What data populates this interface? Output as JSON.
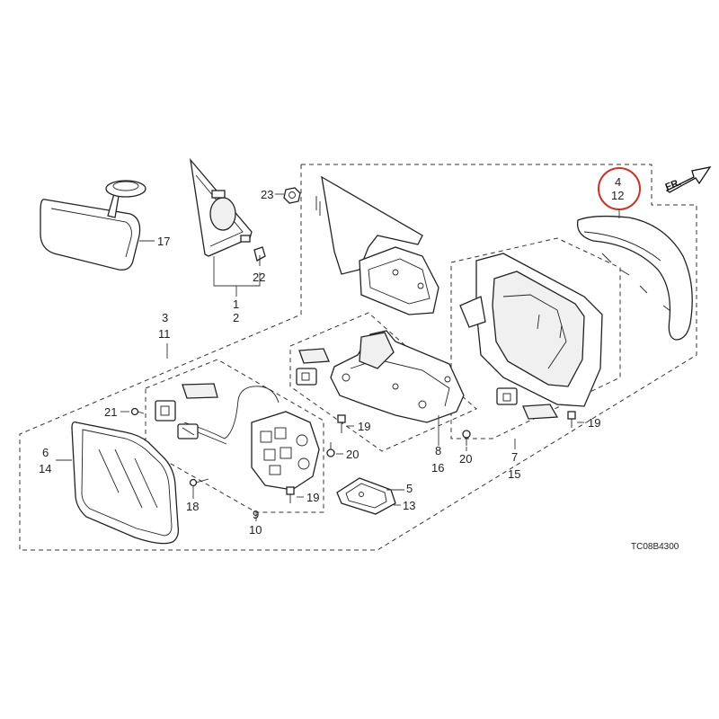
{
  "labels": {
    "p1": "1",
    "p2": "2",
    "p3": "3",
    "p11": "11",
    "p4": "4",
    "p12": "12",
    "p5": "5",
    "p13": "13",
    "p6": "6",
    "p14": "14",
    "p7": "7",
    "p15": "15",
    "p8": "8",
    "p16": "16",
    "p9": "9",
    "p10": "10",
    "p17": "17",
    "p18": "18",
    "p19a": "19",
    "p19b": "19",
    "p19c": "19",
    "p20a": "20",
    "p20b": "20",
    "p21": "21",
    "p22": "22",
    "p23": "23"
  },
  "direction_label": "FR.",
  "diagram_code": "TC08B4300",
  "highlight_color": "#c0392b"
}
